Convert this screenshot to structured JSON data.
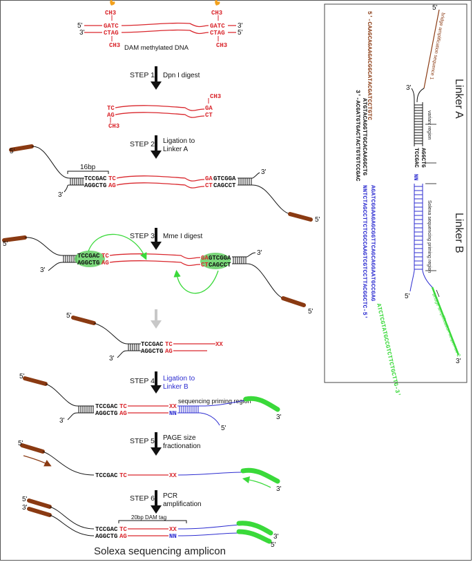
{
  "colors": {
    "red": "#d9262c",
    "brown": "#8a3a12",
    "blue": "#2b2bd0",
    "green": "#3ad93a",
    "black": "#111111",
    "gray": "#c8c8c8"
  },
  "top": {
    "dam_label": "DAM methylated DNA",
    "ch3": "CH3",
    "gatc": "GATC",
    "ctag": "CTAG",
    "p5": "5'",
    "p3": "3'"
  },
  "steps": [
    {
      "label": "STEP 1",
      "desc": [
        "Dpn I digest"
      ]
    },
    {
      "label": "STEP 2",
      "desc": [
        "Ligation to",
        "Linker A"
      ]
    },
    {
      "label": "STEP 3",
      "desc": [
        "Mme I digest"
      ]
    },
    {
      "label": "STEP 4",
      "desc": [
        "Ligation to",
        "Linker B"
      ]
    },
    {
      "label": "STEP 5",
      "desc": [
        "PAGE size",
        "fractionation"
      ]
    },
    {
      "label": "STEP 6",
      "desc": [
        "PCR",
        "amplification"
      ]
    }
  ],
  "seq": {
    "tc": "TC",
    "ag": "AG",
    "ga": "GA",
    "ct": "CT",
    "tccgac": "TCCGAC",
    "aggctg": "AGGCTG",
    "gtcgga": "GTCGGA",
    "cagcct": "CAGCCT",
    "xx": "XX",
    "nn": "NN",
    "ch3": "CH3"
  },
  "labels": {
    "bp16": "16bp",
    "seq_priming": "sequencing priming region",
    "dam_tag": "20bp DAM tag",
    "amplicon": "Solexa sequencing amplicon"
  },
  "linkers": {
    "a_title": "Linker A",
    "b_title": "Linker B",
    "a_top_seq": "5'-CAAGCAGAAGACGGCATACGATCCTGTC",
    "a_mid_seq": "3'-ACGATGTGACTACTGTGTCCGAC",
    "a_bot_seq": "ATGTACAGGTTGCACAAGGCTG",
    "b_seq1": "AGATCGGAAGAGCGGTTCAGCAGGAATGCCGAG",
    "b_seq2": "NNTCTAGCCTTCTCGCCAAGTCGTCCTTACGGCTC-5'",
    "b_green": "ATCTCGTATGCCGTCTTCTGCTTG-3'",
    "bridge1": "bridge amplification sequence 1",
    "bridge2": "bridge amplification sequence 2",
    "variant": "variant region",
    "solexa_priming": "Solexa sequencing priming region",
    "tccgac": "TCCGAC",
    "aggctg": "AGGCTG",
    "nn": "NN",
    "p5": "5'",
    "p3": "3'"
  }
}
